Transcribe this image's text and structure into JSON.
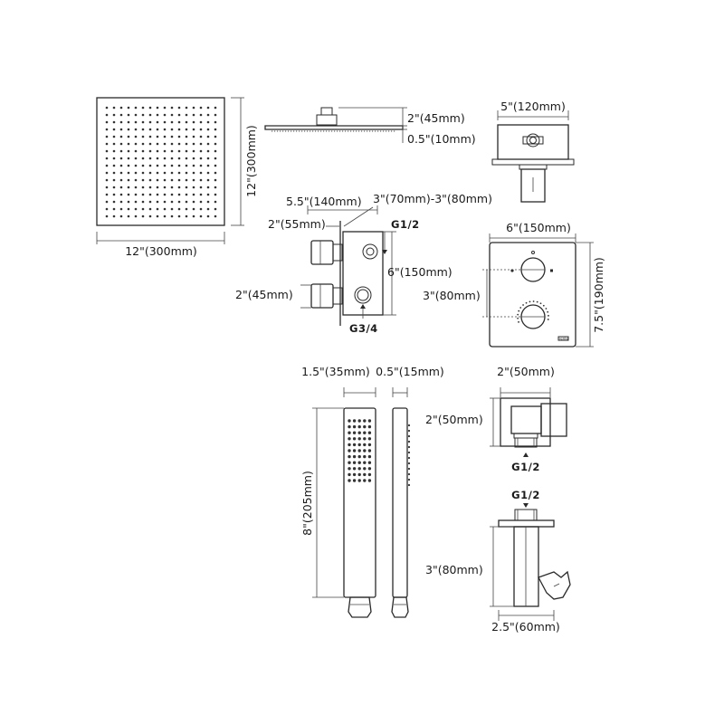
{
  "rain_head": {
    "width_label": "12\"(300mm)",
    "height_label": "12\"(300mm)"
  },
  "head_profile": {
    "arm_height_label": "2\"(45mm)",
    "plate_thickness_label": "0.5\"(10mm)"
  },
  "wall_box": {
    "width_label": "5\"(120mm)"
  },
  "valve_side": {
    "depth_label": "5.5\"(140mm)",
    "adjust_label": "3\"(70mm)-3\"(80mm)",
    "top_handle_label": "2\"(55mm)",
    "bottom_handle_label": "2\"(45mm)",
    "inlet_top_label": "G1/2",
    "inlet_bottom_label": "G3/4",
    "height_label": "6\"(150mm)"
  },
  "trim_plate": {
    "width_label": "6\"(150mm)",
    "height_label": "7.5\"(190mm)",
    "knob_spacing_label": "3\"(80mm)",
    "brand_text": "Fienle"
  },
  "hand_shower": {
    "width_label": "1.5\"(35mm)",
    "side_depth_label": "0.5\"(15mm)",
    "length_label": "8\"(205mm)"
  },
  "elbow": {
    "width_label": "2\"(50mm)",
    "height_label": "2\"(50mm)",
    "thread_label": "G1/2"
  },
  "holder": {
    "thread_label": "G1/2",
    "height_label": "3\"(80mm)",
    "width_label": "2.5\"(60mm)"
  }
}
